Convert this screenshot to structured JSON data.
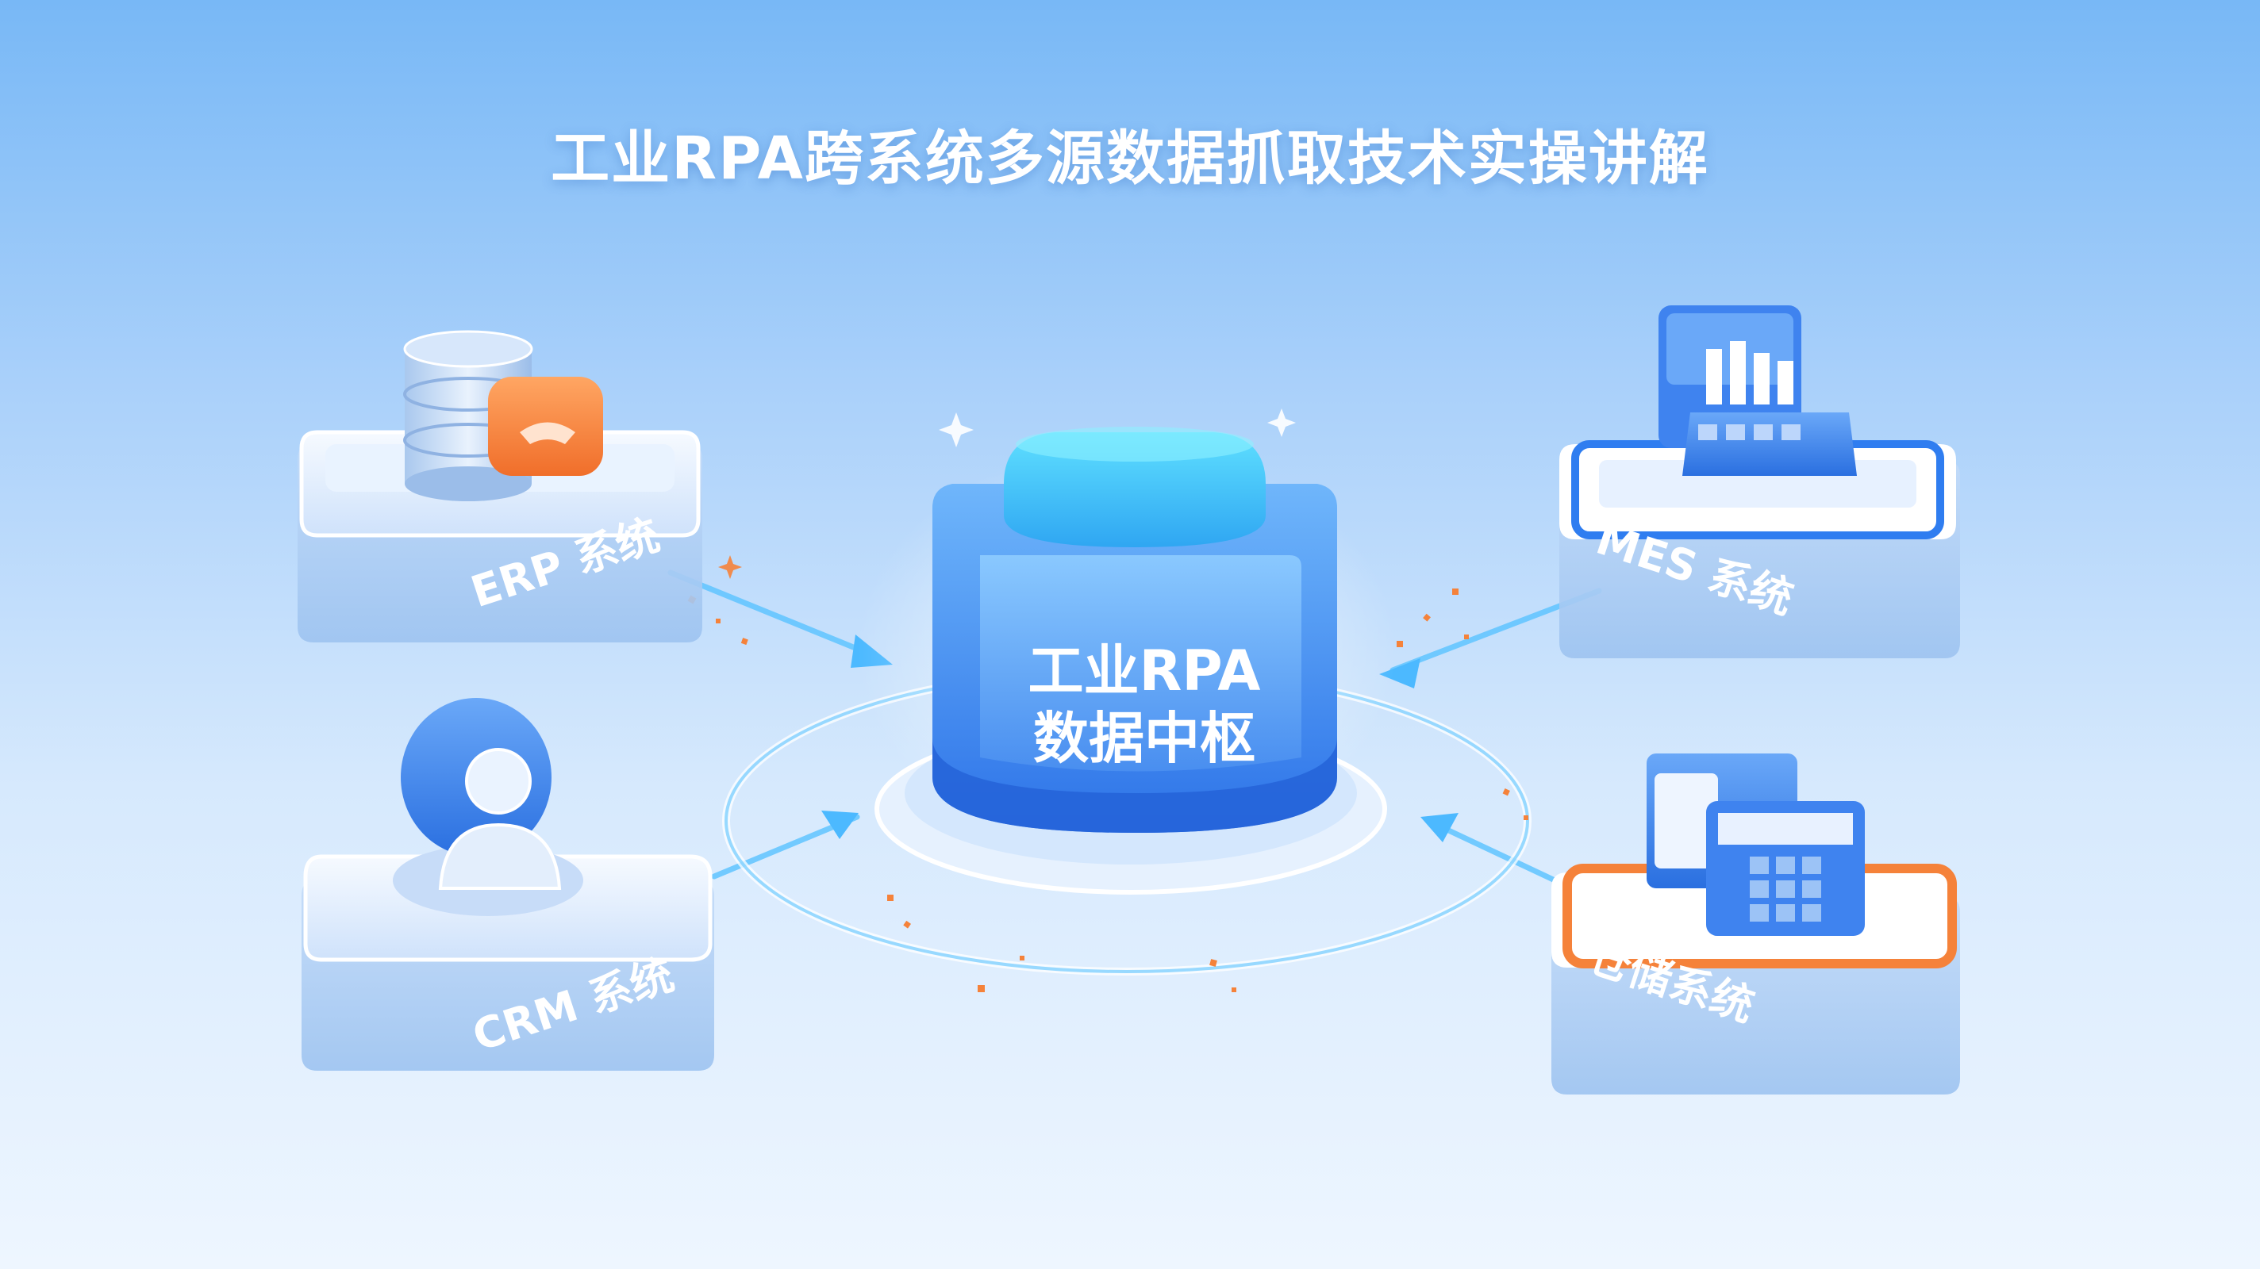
{
  "title": "工业RPA跨系统多源数据抓取技术实操讲解",
  "hub": {
    "line1": "工业RPA",
    "line2": "数据中枢"
  },
  "systems": {
    "erp": {
      "label": "ERP 系统"
    },
    "crm": {
      "label": "CRM 系统"
    },
    "mes": {
      "label": "MES 系统"
    },
    "wms": {
      "label": "仓储系统"
    }
  },
  "colors": {
    "accent_blue": "#2f7df0",
    "accent_orange": "#f5823a",
    "connector": "#5fc4ff",
    "card_face": "#dceafc"
  }
}
